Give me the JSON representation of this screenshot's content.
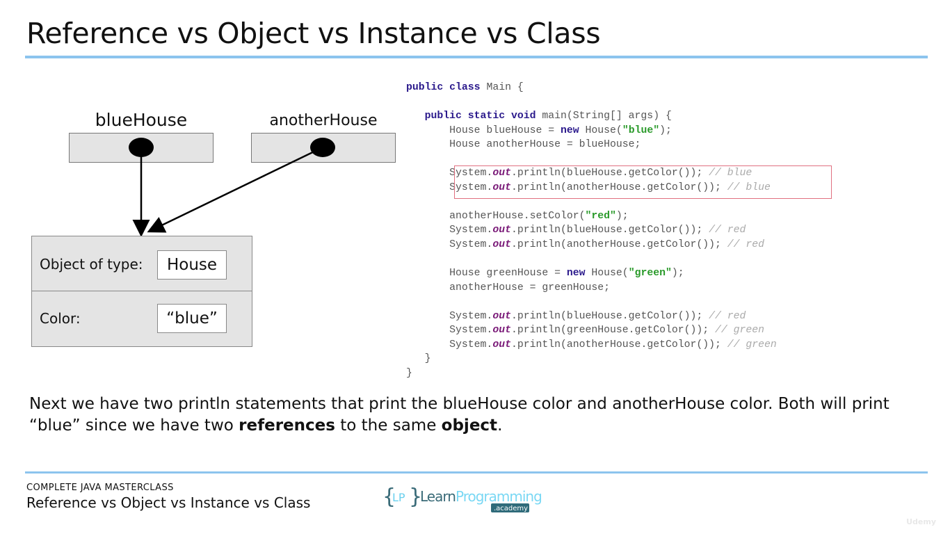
{
  "slide": {
    "title": "Reference vs Object vs Instance vs Class",
    "footer_course": "COMPLETE JAVA MASTERCLASS",
    "footer_title": "Reference vs Object vs Instance vs Class",
    "logo_text": "{LP}LearnProgramming",
    "logo_sub": "academy",
    "watermark": "Udemy"
  },
  "diagram": {
    "ref1": "blueHouse",
    "ref2": "anotherHouse",
    "type_label": "Object of type:",
    "type_value": "House",
    "color_label": "Color:",
    "color_value": "“blue”"
  },
  "description": {
    "part1": "Next we have two println statements that print the blueHouse color and anotherHouse color. Both will print “blue” since we have two ",
    "bold1": "references",
    "part2": " to the same ",
    "bold2": "object",
    "part3": "."
  },
  "code": [
    [
      [
        "kw",
        "public class "
      ],
      [
        "n",
        "Main {"
      ]
    ],
    [],
    [
      [
        "n",
        "   "
      ],
      [
        "kw",
        "public static void "
      ],
      [
        "n",
        "main(String[] args) {"
      ]
    ],
    [
      [
        "n",
        "       House blueHouse = "
      ],
      [
        "kw",
        "new "
      ],
      [
        "n",
        "House("
      ],
      [
        "str",
        "\"blue\""
      ],
      [
        "n",
        ");"
      ]
    ],
    [
      [
        "n",
        "       House anotherHouse = blueHouse;"
      ]
    ],
    [],
    [
      [
        "n",
        "       System."
      ],
      [
        "fld",
        "out"
      ],
      [
        "n",
        ".println(blueHouse.getColor()); "
      ],
      [
        "cmt",
        "// blue"
      ]
    ],
    [
      [
        "n",
        "       System."
      ],
      [
        "fld",
        "out"
      ],
      [
        "n",
        ".println(anotherHouse.getColor()); "
      ],
      [
        "cmt",
        "// blue"
      ]
    ],
    [],
    [
      [
        "n",
        "       anotherHouse.setColor("
      ],
      [
        "str",
        "\"red\""
      ],
      [
        "n",
        ");"
      ]
    ],
    [
      [
        "n",
        "       System."
      ],
      [
        "fld",
        "out"
      ],
      [
        "n",
        ".println(blueHouse.getColor()); "
      ],
      [
        "cmt",
        "// red"
      ]
    ],
    [
      [
        "n",
        "       System."
      ],
      [
        "fld",
        "out"
      ],
      [
        "n",
        ".println(anotherHouse.getColor()); "
      ],
      [
        "cmt",
        "// red"
      ]
    ],
    [],
    [
      [
        "n",
        "       House greenHouse = "
      ],
      [
        "kw",
        "new "
      ],
      [
        "n",
        "House("
      ],
      [
        "str",
        "\"green\""
      ],
      [
        "n",
        ");"
      ]
    ],
    [
      [
        "n",
        "       anotherHouse = greenHouse;"
      ]
    ],
    [],
    [
      [
        "n",
        "       System."
      ],
      [
        "fld",
        "out"
      ],
      [
        "n",
        ".println(blueHouse.getColor()); "
      ],
      [
        "cmt",
        "// red"
      ]
    ],
    [
      [
        "n",
        "       System."
      ],
      [
        "fld",
        "out"
      ],
      [
        "n",
        ".println(greenHouse.getColor()); "
      ],
      [
        "cmt",
        "// green"
      ]
    ],
    [
      [
        "n",
        "       System."
      ],
      [
        "fld",
        "out"
      ],
      [
        "n",
        ".println(anotherHouse.getColor()); "
      ],
      [
        "cmt",
        "// green"
      ]
    ],
    [
      [
        "n",
        "   }"
      ]
    ],
    [
      [
        "n",
        "}"
      ]
    ]
  ]
}
